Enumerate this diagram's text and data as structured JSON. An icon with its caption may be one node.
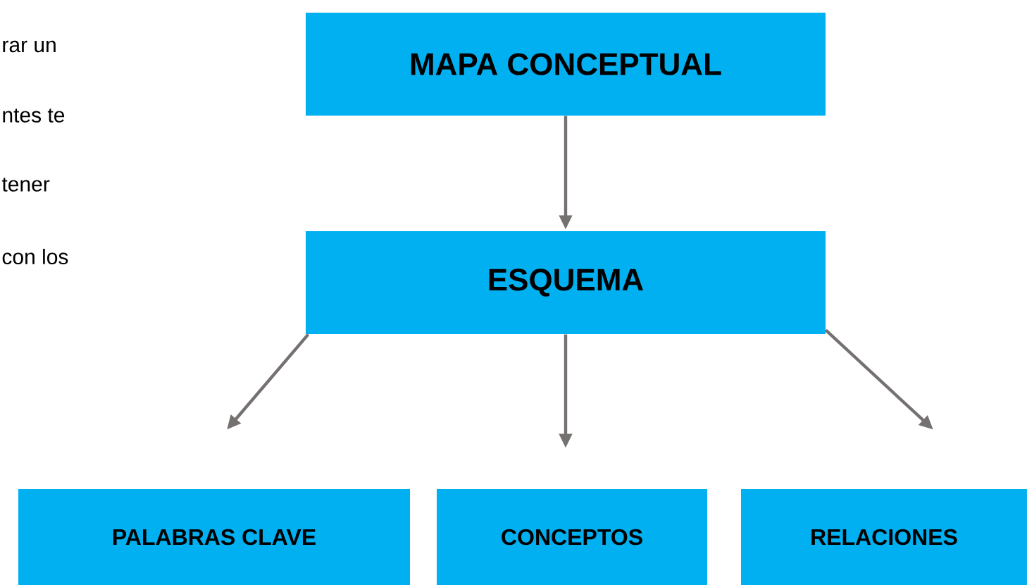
{
  "diagram": {
    "nodes": [
      {
        "text": [
          "MAPA CONCEPTUAL"
        ]
      },
      {
        "text": [
          "ESQUEMA"
        ]
      },
      {
        "text": [
          "PALABRAS CLAVE"
        ]
      },
      {
        "text": [
          "CONCEPTOS"
        ]
      },
      {
        "text": [
          "RELACIONES"
        ]
      }
    ],
    "edges": [
      {
        "from": 0,
        "to": 1,
        "arrow": "to"
      },
      {
        "from": 1,
        "to": 2,
        "arrow": "to"
      },
      {
        "from": 1,
        "to": 3,
        "arrow": "to"
      },
      {
        "from": 1,
        "to": 4,
        "arrow": "to"
      }
    ],
    "labels": [
      "rar un",
      "ntes te",
      "tener",
      "con los"
    ]
  }
}
